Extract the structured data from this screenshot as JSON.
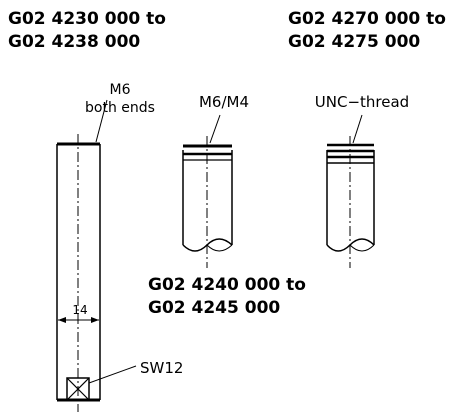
{
  "labels": {
    "group1": [
      "G02 4230 000 to",
      "G02 4238 000"
    ],
    "group2": [
      "G02 4270 000 to",
      "G02 4275 000"
    ],
    "group3": [
      "G02 4240 000 to",
      "G02 4245 000"
    ]
  },
  "annotations": {
    "m6_line1": "M6",
    "m6_line2": "both ends",
    "m6_m4": "M6/M4",
    "unc": "UNC−thread",
    "width": "14",
    "sw": "SW12"
  }
}
